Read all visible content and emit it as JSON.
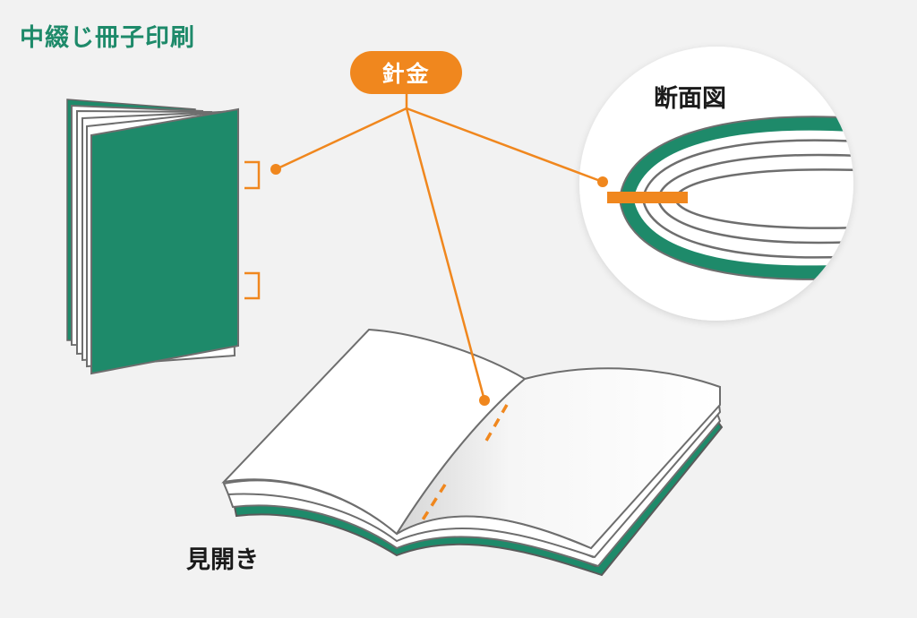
{
  "title": "中綴じ冊子印刷",
  "labels": {
    "wire": "針金",
    "cross_section": "断面図",
    "spread": "見開き"
  },
  "colors": {
    "green": "#1e8a6a",
    "orange": "#f0871e",
    "gray": "#6e6e6e",
    "background": "#f2f2f2"
  }
}
